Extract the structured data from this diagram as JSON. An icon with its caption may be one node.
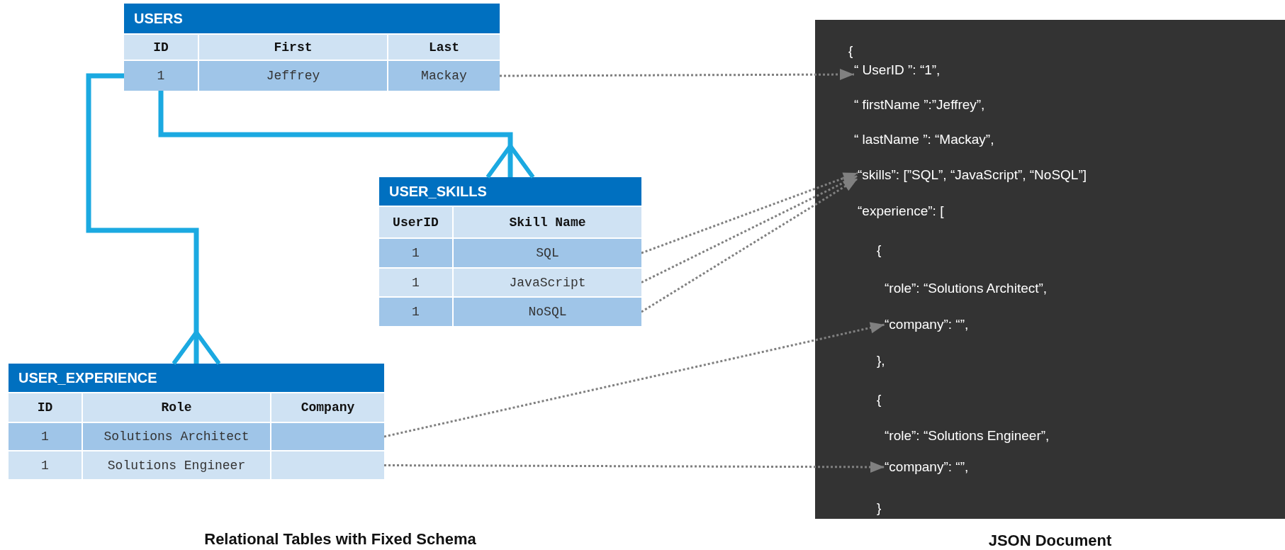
{
  "diagram": {
    "nodes": [
      {
        "text": [
          "USERS"
        ]
      },
      {
        "text": [
          "ID"
        ],
        "in": 0
      },
      {
        "text": [
          "First"
        ],
        "in": 0
      },
      {
        "text": [
          "Last"
        ],
        "in": 0
      },
      {
        "text": [
          "1"
        ],
        "in": 0
      },
      {
        "text": [
          "Jeffrey"
        ],
        "in": 0
      },
      {
        "text": [
          "Mackay"
        ],
        "in": 0
      },
      {
        "text": [
          "USER_SKILLS"
        ]
      },
      {
        "text": [
          "UserID"
        ],
        "in": 7
      },
      {
        "text": [
          "Skill Name"
        ],
        "in": 7
      },
      {
        "text": [
          "1"
        ],
        "in": 7
      },
      {
        "text": [
          "SQL"
        ],
        "in": 7
      },
      {
        "text": [
          "1"
        ],
        "in": 7
      },
      {
        "text": [
          "JavaScript"
        ],
        "in": 7
      },
      {
        "text": [
          "1"
        ],
        "in": 7
      },
      {
        "text": [
          "NoSQL"
        ],
        "in": 7
      },
      {
        "text": [
          "USER_EXPERIENCE"
        ]
      },
      {
        "text": [
          "ID"
        ],
        "in": 16
      },
      {
        "text": [
          "Role"
        ],
        "in": 16
      },
      {
        "text": [
          "Company"
        ],
        "in": 16
      },
      {
        "text": [
          "1"
        ],
        "in": 16
      },
      {
        "text": [
          "Solutions Architect"
        ],
        "in": 16
      },
      {
        "text": [],
        "shape": "box",
        "in": 16
      },
      {
        "text": [
          "1"
        ],
        "in": 16
      },
      {
        "text": [
          "Solutions Engineer"
        ],
        "in": 16
      },
      {
        "text": [],
        "shape": "box",
        "in": 16
      },
      {
        "text": [],
        "shape": "box",
        "beside": [
          "JSON Document"
        ]
      },
      {
        "text": [
          "{"
        ],
        "in": 26
      },
      {
        "text": [
          "“ UserID ”: “1”,"
        ],
        "in": 26
      },
      {
        "text": [
          "“ firstName ”:”Jeffrey”,"
        ],
        "in": 26
      },
      {
        "text": [
          "“ lastName ”: “Mackay”,"
        ],
        "in": 26
      },
      {
        "text": [
          "“skills”: [”SQL”, “JavaScript”, “NoSQL”]"
        ],
        "in": 26
      },
      {
        "text": [
          "“experience”: ["
        ],
        "in": 26
      },
      {
        "text": [
          "{"
        ],
        "in": 26
      },
      {
        "text": [
          "“role”: “Solutions Architect”,"
        ],
        "in": 26
      },
      {
        "text": [
          "“company”: “”,"
        ],
        "in": 26
      },
      {
        "text": [
          "},"
        ],
        "in": 26
      },
      {
        "text": [
          "{"
        ],
        "in": 26
      },
      {
        "text": [
          "“role”: “Solutions Engineer”,"
        ],
        "in": 26
      },
      {
        "text": [
          "“company”: “”,"
        ],
        "in": 26
      },
      {
        "text": [
          "}"
        ],
        "in": 26
      }
    ],
    "edges": [
      {
        "from": 4,
        "to": 7,
        "arrow": "other",
        "style": "thick",
        "color": "#1ba9e1"
      },
      {
        "from": 4,
        "to": 16,
        "arrow": "other",
        "style": "thick",
        "color": "#1ba9e1"
      },
      {
        "from": 6,
        "to": 28,
        "arrow": "to",
        "style": "dashed"
      },
      {
        "from": 11,
        "to": 31,
        "arrow": "to",
        "style": "dashed"
      },
      {
        "from": 13,
        "to": 31,
        "arrow": "to",
        "style": "dashed"
      },
      {
        "from": 15,
        "to": 31,
        "arrow": "to",
        "style": "dashed"
      },
      {
        "from": 22,
        "to": 35,
        "arrow": "to",
        "style": "dashed"
      },
      {
        "from": 25,
        "to": 39,
        "arrow": "to",
        "style": "dashed"
      }
    ],
    "labels": [
      "Relational Tables with Fixed Schema"
    ]
  }
}
